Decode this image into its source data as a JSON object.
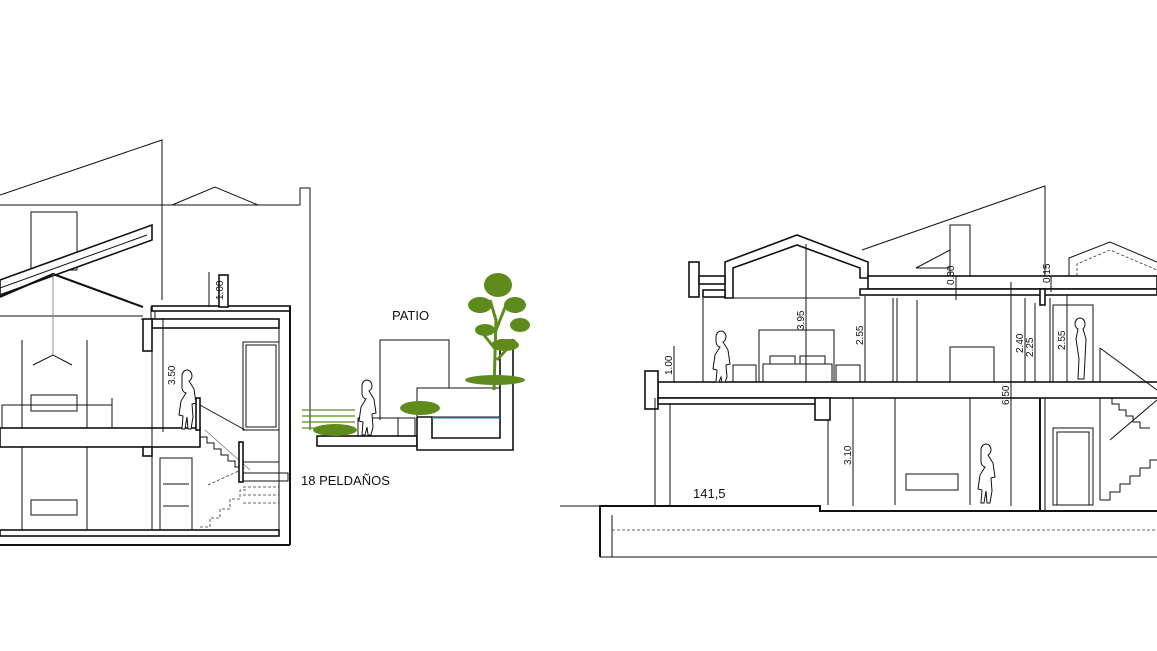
{
  "labels": {
    "patio": "PATIO",
    "steps": "18 PELDAÑOS",
    "level": "141,5"
  },
  "dimensions": {
    "left_parapet": "1.00",
    "left_floor_height": "3.50",
    "right_railing": "1.00",
    "right_gable_height": "3.95",
    "right_room_height_a": "2.55",
    "right_roof_slab": "0.30",
    "right_total_height": "6.50",
    "right_room_height_b": "2.40",
    "right_room_height_c": "2.25",
    "right_slab_thin": "0.15",
    "right_room_height_d": "2.55",
    "right_ground_height": "3.10"
  },
  "colors": {
    "line": "#111111",
    "vegetation": "#5f8a1c",
    "water": "#4a8fb0"
  }
}
